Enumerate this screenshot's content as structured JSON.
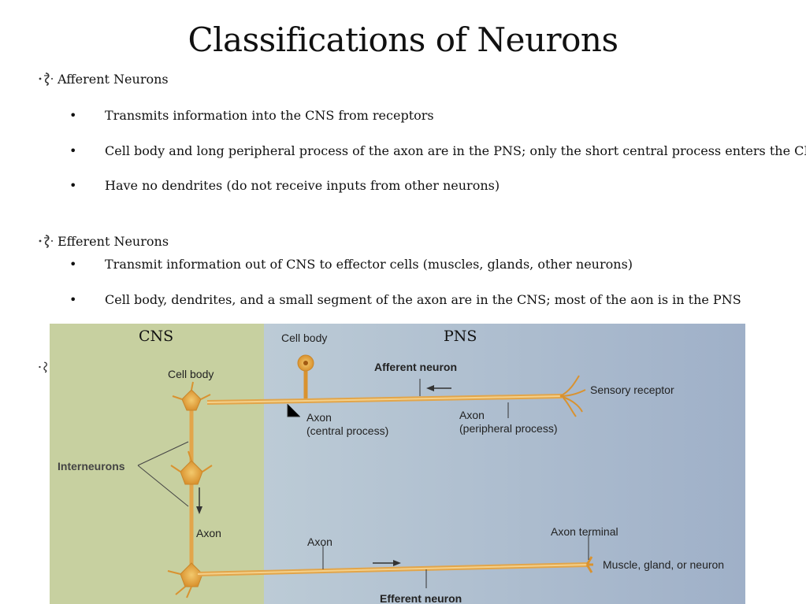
{
  "slide": {
    "title": "Classifications of Neurons",
    "sections": [
      {
        "heading": "Afferent Neurons",
        "bullets": [
          "Transmits information into the CNS from receptors",
          "Cell body and long peripheral process of the axon are in the PNS; only the short central process enters the CNS",
          "Have no dendrites (do not receive inputs from other neurons)"
        ]
      },
      {
        "heading": "Efferent Neurons",
        "bullets": [
          "Transmit information out of CNS to effector cells (muscles, glands, other neurons)",
          "Cell body, dendrites, and a small segment of the axon are in the CNS; most of the aon is in the PNS"
        ]
      }
    ],
    "bullet_symbol": "•"
  },
  "figure": {
    "overlay_labels": {
      "cns": "CNS",
      "pns": "PNS"
    },
    "labels": {
      "cell_body_top": "Cell body",
      "afferent_neuron": "Afferent neuron",
      "sensory_receptor": "Sensory receptor",
      "cell_body_left": "Cell body",
      "axon_central": "Axon",
      "axon_central_sub": "(central process)",
      "axon_peripheral": "Axon",
      "axon_peripheral_sub": "(peripheral process)",
      "interneurons": "Interneurons",
      "axon_left": "Axon",
      "axon_efferent": "Axon",
      "axon_terminal": "Axon terminal",
      "muscle_gland": "Muscle, gland, or neuron",
      "efferent_neuron": "Efferent neuron"
    },
    "colors": {
      "cns_region": "#c9d2a2",
      "pns_region": "#b5c2d3",
      "neuron_fill": "#e9b45a",
      "neuron_stroke": "#c9862a"
    }
  }
}
